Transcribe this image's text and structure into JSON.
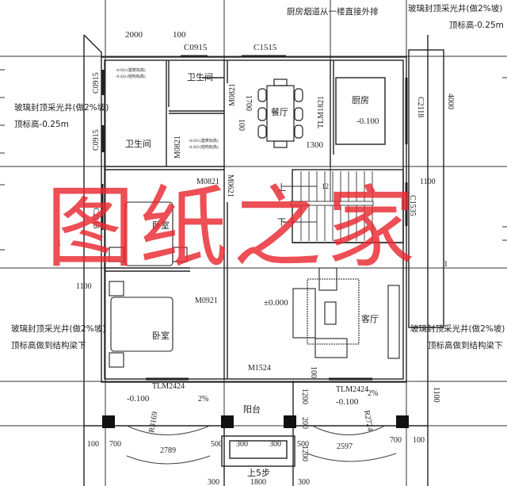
{
  "plan": {
    "type": "residential-first-floor-plan",
    "watermark": {
      "text": "图纸之家",
      "color": "#e8343a"
    },
    "rooms": [
      {
        "id": "bathroom-1",
        "label": "卫生间"
      },
      {
        "id": "bathroom-2",
        "label": "卫生间"
      },
      {
        "id": "dining",
        "label": "餐厅"
      },
      {
        "id": "kitchen",
        "label": "厨房",
        "level": "-0.100"
      },
      {
        "id": "bedroom-1",
        "label": "卧室"
      },
      {
        "id": "bedroom-2",
        "label": "卧室"
      },
      {
        "id": "living",
        "label": "客厅",
        "level": "±0.000"
      },
      {
        "id": "balcony",
        "label": "阳台"
      }
    ],
    "stairs": {
      "up": "上",
      "down": "下",
      "entry_steps": "上5步"
    },
    "notes": {
      "chimney": "厨房烟道从一楼直接外排",
      "skylight_top_left_1": "玻璃封顶采光井(做2%坡)",
      "skylight_top_left_2": "顶标高-0.25m",
      "skylight_top_right_1": "玻璃封顶采光井(做2%坡)",
      "skylight_top_right_2": "顶标高-0.25m",
      "skylight_bottom_left_1": "玻璃封顶采光井(做2%坡)",
      "skylight_bottom_left_2": "顶标高做到结构梁下",
      "skylight_bottom_right_1": "玻璃封顶采光井(做2%坡)",
      "skylight_bottom_right_2": "顶标高做到结构梁下",
      "bath_level_1": "-0.050 (建筑标高)",
      "bath_level_2": "-0.450 (结构标高)"
    },
    "openings": {
      "c0915_top": "C0915",
      "c1515": "C1515",
      "c0915_left_1": "C0915",
      "c0915_left_2": "C0915",
      "m0821_bath": "M0821",
      "m0821_dining": "M0821",
      "m0821_bed": "M0821",
      "m0621": "M0621",
      "tlm1821": "TLM1821",
      "c2118_right": "C2118",
      "c2118_left": "C2118",
      "c1535": "C1535",
      "m0921": "M0921",
      "m1524": "M1524",
      "tlm2424_left": "TLM2424",
      "tlm2424_right": "TLM2424"
    },
    "levels": {
      "bay_left": "-0.100",
      "bay_right": "-0.100",
      "slope_left": "2%",
      "slope_right": "2%",
      "radius_left": "R3169",
      "radius_right": "R2724"
    },
    "dimensions": {
      "top_2000": "2000",
      "top_100": "100",
      "dining_1700": "1700",
      "dining_100": "100",
      "dining_1300": "1300",
      "right_4000": "4000",
      "right_1100_top": "1100",
      "left_1100": "1100",
      "right_1100_bottom": "1100",
      "bottom_100_left": "100",
      "bottom_700_left": "700",
      "bottom_2789": "2789",
      "bottom_500_left": "500",
      "bottom_300_left": "300",
      "bottom_300_right": "300",
      "bottom_500_right": "500",
      "bottom_2597": "2597",
      "bottom_700_right": "700",
      "bottom_100_right": "100",
      "bottom_1800": "1800",
      "bottom_300_a": "300",
      "bottom_300_b": "300",
      "v_1200_top": "1200",
      "v_200": "200",
      "v_1200_bottom": "1200",
      "v_100": "100",
      "stair_12": "12",
      "axis_1_left": "1",
      "axis_1_right": "1"
    }
  }
}
